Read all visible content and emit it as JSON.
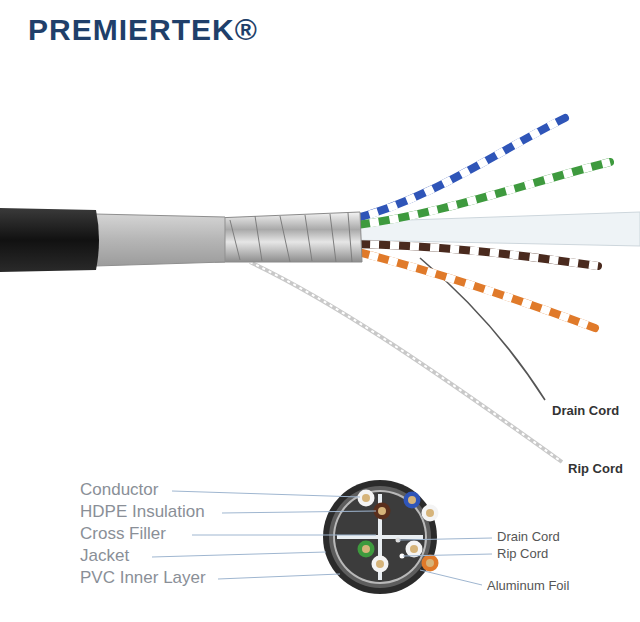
{
  "diagram": {
    "labels": [
      "PREMIERTEK®",
      "Drain Cord",
      "Rip Cord",
      "Conductor",
      "HDPE Insulation",
      "Cross Filler",
      "Jacket",
      "PVC Inner Layer",
      "Drain Cord",
      "Rip Cord",
      "Aluminum Foil"
    ]
  }
}
